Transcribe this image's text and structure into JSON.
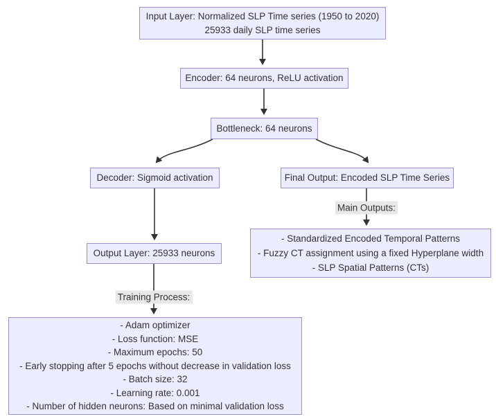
{
  "diagram": {
    "type": "flowchart",
    "nodes": {
      "input_layer": {
        "lines": [
          "Input Layer: Normalized SLP Time series (1950 to 2020)",
          "25933 daily SLP time series"
        ]
      },
      "encoder": {
        "label": "Encoder: 64 neurons, ReLU activation"
      },
      "bottleneck": {
        "label": "Bottleneck: 64 neurons"
      },
      "decoder": {
        "label": "Decoder: Sigmoid activation"
      },
      "final_output": {
        "label": "Final Output: Encoded SLP Time Series"
      },
      "output_layer": {
        "label": "Output Layer: 25933 neurons"
      },
      "main_outputs_box": {
        "lines": [
          "- Standardized Encoded Temporal Patterns",
          "- Fuzzy CT assignment using a fixed Hyperplane width",
          "- SLP Spatial Patterns (CTs)"
        ]
      },
      "training_box": {
        "lines": [
          "- Adam optimizer",
          "- Loss function: MSE",
          "- Maximum epochs: 50",
          "- Early stopping after 5 epochs without decrease in validation loss",
          "- Batch size: 32",
          "- Learning rate: 0.001",
          "- Number of hidden neurons: Based on minimal validation loss"
        ]
      }
    },
    "edge_labels": {
      "main_outputs": "Main Outputs:",
      "training_process": "Training Process:"
    },
    "edges": [
      "input_layer -> encoder",
      "encoder -> bottleneck",
      "bottleneck -> decoder",
      "bottleneck -> final_output",
      "decoder -> output_layer",
      "final_output -> main_outputs_box (Main Outputs:)",
      "output_layer -> training_box (Training Process:)"
    ],
    "colors": {
      "node_fill": "#ECECFF",
      "node_border": "#9e90c8",
      "text": "#333333",
      "edge": "#333333",
      "edge_label_bg": "#e8e8e8",
      "background": "#ffffff"
    }
  }
}
